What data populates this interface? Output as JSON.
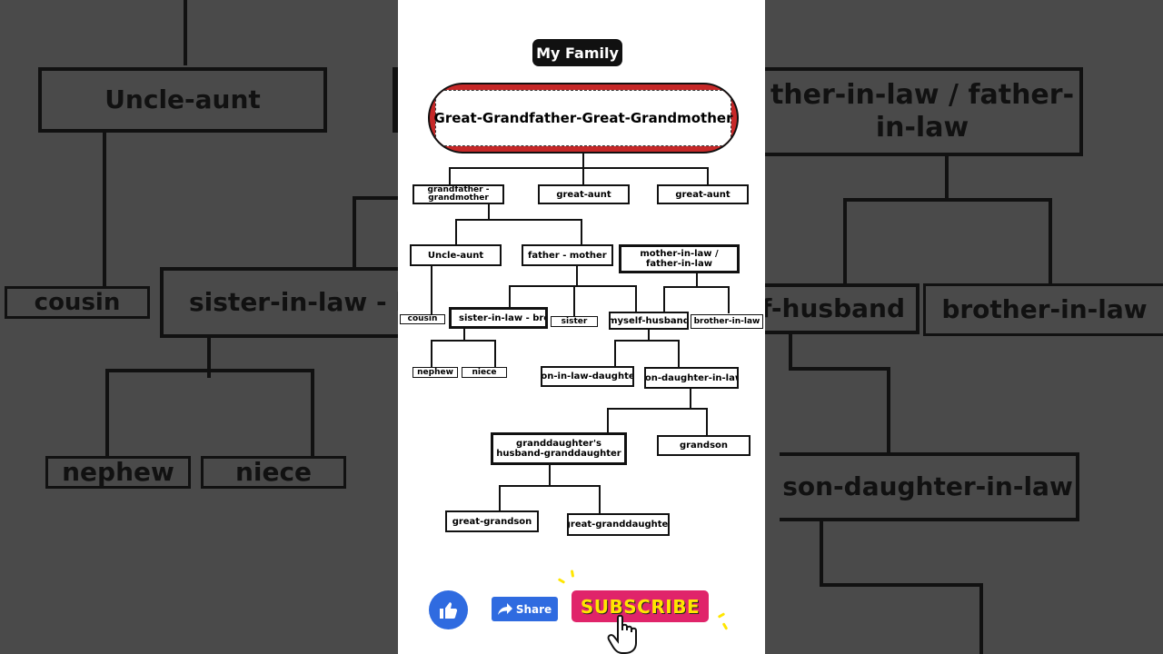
{
  "title": "My Family",
  "nodes": {
    "great_grandparents": "Great-Grandfather-Great-Grandmother",
    "grandparents": "grandfather - grandmother",
    "great_aunt_1": "great-aunt",
    "great_aunt_2": "great-aunt",
    "uncle_aunt": "Uncle-aunt",
    "father_mother": "father - mother",
    "in_laws": "mother-in-law / father-in-law",
    "cousin": "cousin",
    "sister_in_law_brother": "sister-in-law - brother",
    "sister": "sister",
    "myself_husband": "myself-husband",
    "brother_in_law": "brother-in-law",
    "nephew": "nephew",
    "niece": "niece",
    "son_in_law_daughter": "son-in-law-daughter",
    "son_daughter_in_law": "son-daughter-in-law",
    "granddaughter_husband": "granddaughter's husband-granddaughter",
    "grandson": "grandson",
    "great_grandson": "great-grandson",
    "great_granddaughter": "great-granddaughter"
  },
  "background": {
    "uncle_aunt": "Uncle-aunt",
    "cousin": "cousin",
    "sister_in_law": "sister-in-law - b",
    "nephew": "nephew",
    "niece": "niece",
    "in_laws": "ther-in-law / father-in-law",
    "husband": "f-husband",
    "brother_in_law": "brother-in-law",
    "son_daughter_in_law": "son-daughter-in-law"
  },
  "actions": {
    "share_label": "Share",
    "subscribe_label": "SUBSCRIBE"
  },
  "colors": {
    "accent_red": "#c62828",
    "blue": "#2f6be0",
    "subscribe_bg": "#e0246a",
    "subscribe_text": "#ffe600"
  },
  "icons": [
    "thumbs-up-icon",
    "share-arrow-icon",
    "hand-cursor-icon"
  ]
}
